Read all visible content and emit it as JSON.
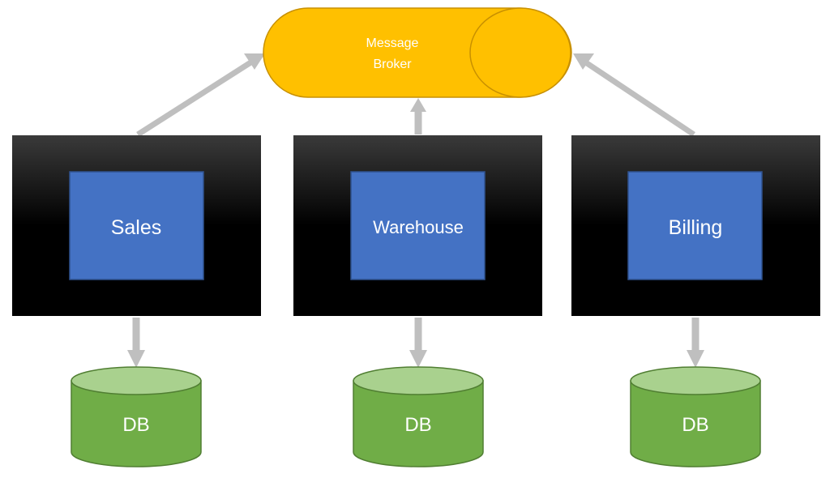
{
  "broker": {
    "label_line1": "Message",
    "label_line2": "Broker"
  },
  "services": [
    {
      "label": "Sales"
    },
    {
      "label": "Warehouse"
    },
    {
      "label": "Billing"
    }
  ],
  "databases": [
    {
      "label": "DB"
    },
    {
      "label": "DB"
    },
    {
      "label": "DB"
    }
  ],
  "colors": {
    "broker_fill": "#FFC000",
    "broker_stroke": "#C89000",
    "broker_text": "#ffffff",
    "service_outer_top": "#3a3a3a",
    "service_outer_bottom": "#000000",
    "service_inner_fill": "#4472C4",
    "service_inner_stroke": "#2F528F",
    "service_text": "#ffffff",
    "db_fill": "#70AD47",
    "db_top": "#A9D18E",
    "db_stroke": "#507E32",
    "db_text": "#ffffff",
    "arrow": "#BFBFBF"
  }
}
